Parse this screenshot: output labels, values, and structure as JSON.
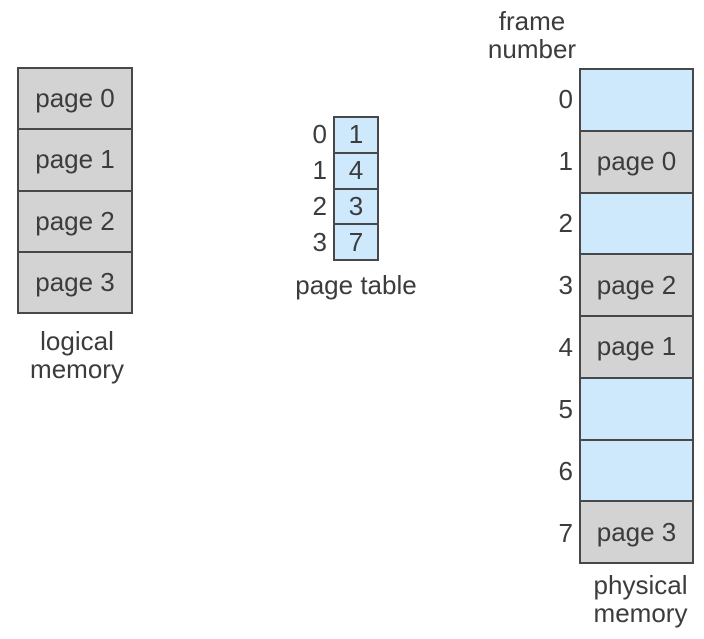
{
  "colors": {
    "background": "#ffffff",
    "gray_fill": "#d3d3d3",
    "blue_fill": "#cde9fb",
    "border": "#47484a",
    "text": "#3b3c3e"
  },
  "logical_memory": {
    "label": "logical\nmemory",
    "cells": [
      {
        "label": "page 0"
      },
      {
        "label": "page 1"
      },
      {
        "label": "page 2"
      },
      {
        "label": "page 3"
      }
    ]
  },
  "page_table": {
    "label": "page table",
    "rows": [
      {
        "index": "0",
        "value": "1"
      },
      {
        "index": "1",
        "value": "4"
      },
      {
        "index": "2",
        "value": "3"
      },
      {
        "index": "3",
        "value": "7"
      }
    ]
  },
  "physical_memory": {
    "header": "frame\nnumber",
    "label": "physical\nmemory",
    "frames": [
      {
        "number": "0",
        "content": "",
        "type": "empty"
      },
      {
        "number": "1",
        "content": "page 0",
        "type": "filled"
      },
      {
        "number": "2",
        "content": "",
        "type": "empty"
      },
      {
        "number": "3",
        "content": "page 2",
        "type": "filled"
      },
      {
        "number": "4",
        "content": "page 1",
        "type": "filled"
      },
      {
        "number": "5",
        "content": "",
        "type": "empty"
      },
      {
        "number": "6",
        "content": "",
        "type": "empty"
      },
      {
        "number": "7",
        "content": "page 3",
        "type": "filled"
      }
    ]
  }
}
